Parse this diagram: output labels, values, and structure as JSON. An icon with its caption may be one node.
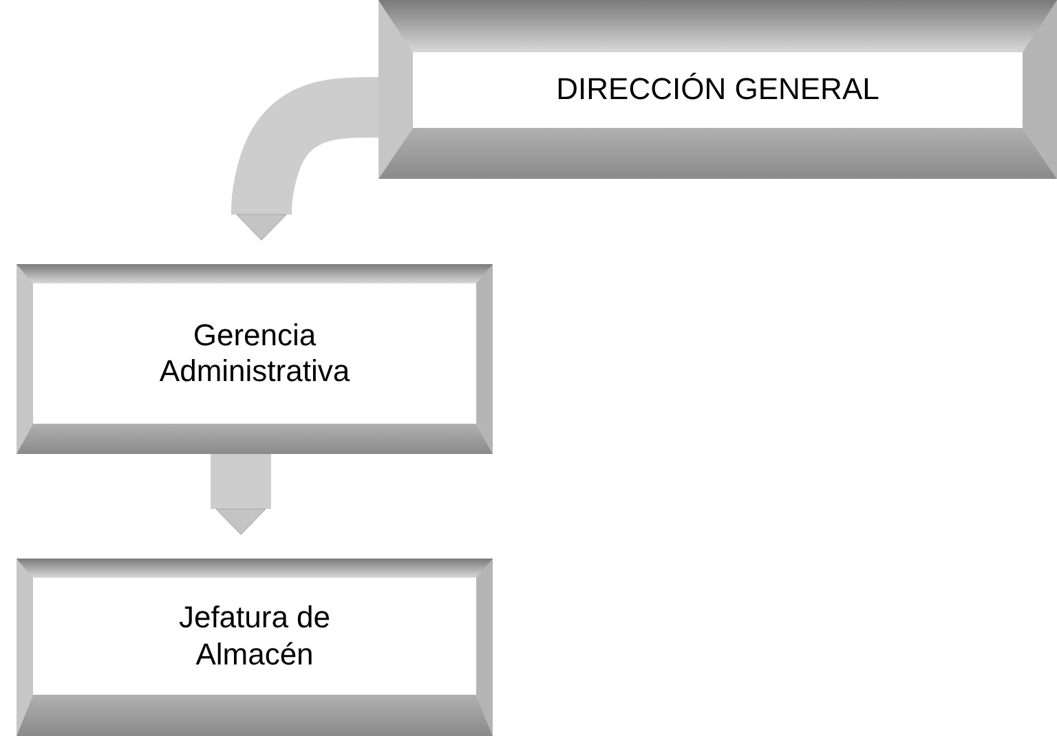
{
  "diagram": {
    "nodes": [
      {
        "text": [
          "DIRECCIÓN GENERAL"
        ]
      },
      {
        "text": [
          "Gerencia Administrativa"
        ]
      },
      {
        "text": [
          "Jefatura de Almacén"
        ]
      }
    ],
    "edges": [
      {
        "from": 0,
        "to": 1,
        "arrow": "to"
      },
      {
        "from": 1,
        "to": 2,
        "arrow": "to"
      }
    ]
  }
}
